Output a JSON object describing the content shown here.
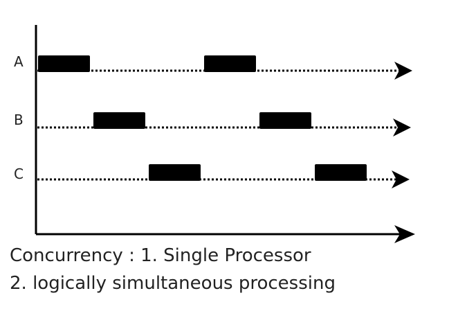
{
  "caption": {
    "line1": "Concurrency : 1. Single Processor",
    "line2": "2. logically simultaneous processing"
  },
  "lanes": [
    {
      "label": "A",
      "segments": [
        [
          0,
          1
        ],
        [
          3,
          4
        ]
      ]
    },
    {
      "label": "B",
      "segments": [
        [
          1,
          2
        ],
        [
          4,
          5
        ]
      ]
    },
    {
      "label": "C",
      "segments": [
        [
          2,
          3
        ],
        [
          5,
          6
        ]
      ]
    }
  ],
  "colors": {
    "ink": "#000000",
    "background": "#ffffff"
  }
}
